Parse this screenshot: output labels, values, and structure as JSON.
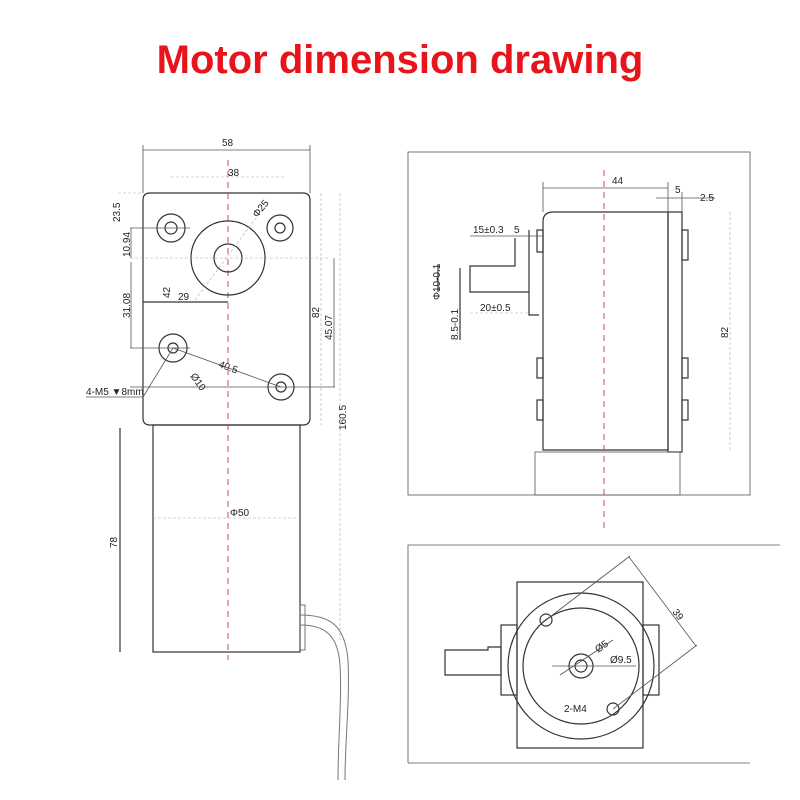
{
  "title": "Motor dimension drawing",
  "front_view": {
    "dims": {
      "width": "58",
      "hole_spacing": "38",
      "top_offset": "23.5",
      "hole_offset": "10.94",
      "shaft_bore": "Φ25",
      "offset_42": "42",
      "offset_29": "29",
      "vertical_31": "31.08",
      "diag_40": "40.5",
      "boss": "Ø10",
      "height_82": "82",
      "height_45": "45.07",
      "total_length": "160.5",
      "motor_length": "78",
      "motor_diameter": "Φ50"
    },
    "hole_note": "4-M5 ▼8mm"
  },
  "side_view": {
    "dims": {
      "depth": "44",
      "flange": "5",
      "flange_gap": "2.5",
      "shaft_len": "15±0.3",
      "shoulder": "5",
      "shaft_dia": "Φ10-0.1",
      "flat": "8.5-0.1",
      "shaft_total": "20±0.5",
      "height": "82"
    }
  },
  "rear_view": {
    "dims": {
      "hole_spacing": "39",
      "inner": "Ø5",
      "outer": "Ø9.5"
    },
    "hole_note": "2-M4"
  }
}
